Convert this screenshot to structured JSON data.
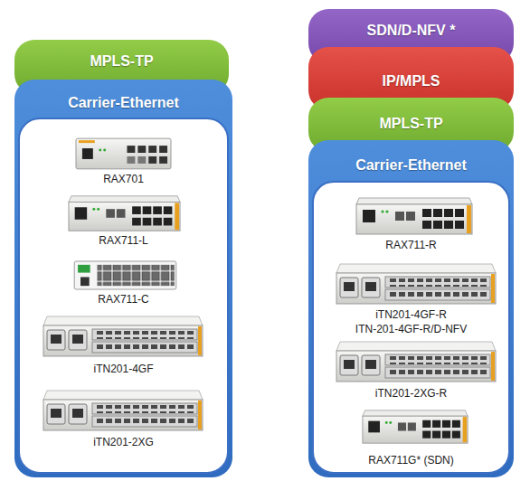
{
  "diagram": {
    "nodes": [
      {
        "text": [
          "MPLS-TP"
        ]
      },
      {
        "text": [
          "Carrier-Ethernet"
        ]
      },
      {
        "text": [
          "RAX701"
        ],
        "in": 1
      },
      {
        "text": [
          "RAX711-L"
        ],
        "in": 1
      },
      {
        "text": [
          "RAX711-C"
        ],
        "in": 1
      },
      {
        "text": [
          "iTN201-4GF"
        ],
        "in": 1
      },
      {
        "text": [
          "iTN201-2XG"
        ],
        "in": 1
      },
      {
        "text": [
          "SDN/D-NFV *"
        ]
      },
      {
        "text": [
          "IP/MPLS"
        ]
      },
      {
        "text": [
          "MPLS-TP"
        ]
      },
      {
        "text": [
          "Carrier-Ethernet"
        ]
      },
      {
        "text": [
          "RAX711-R"
        ],
        "in": 10
      },
      {
        "text": [
          "iTN201-4GF-R",
          "ITN-201-4GF-R/D-NFV"
        ],
        "in": 10
      },
      {
        "text": [
          "iTN201-2XG-R"
        ],
        "in": 10
      },
      {
        "text": [
          "RAX711G* (SDN)"
        ],
        "in": 10
      }
    ]
  }
}
